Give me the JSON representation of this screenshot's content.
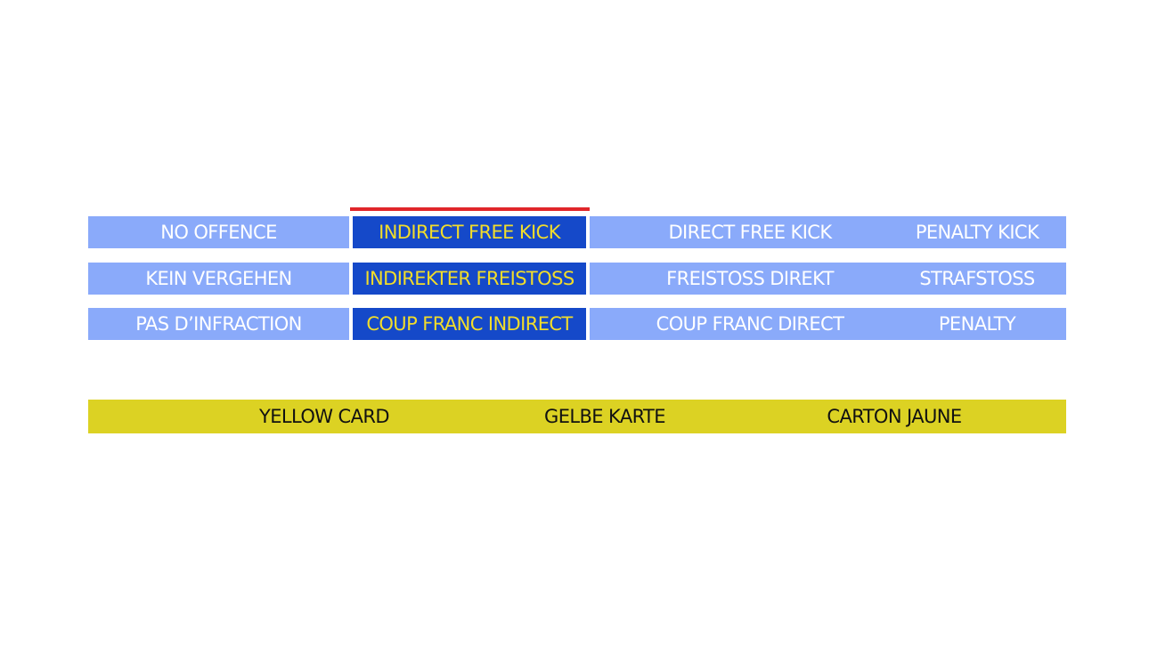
{
  "colors": {
    "light_blue": "#8aaafa",
    "dark_blue": "#1549c9",
    "indirect_text": "#f2dd2a",
    "highlight_bar": "#e0262a",
    "card_yellow": "#dcd223"
  },
  "rows": [
    {
      "no_offence": "NO OFFENCE",
      "indirect": "INDIRECT FREE KICK",
      "direct": "DIRECT FREE KICK",
      "penalty": "PENALTY KICK"
    },
    {
      "no_offence": "KEIN VERGEHEN",
      "indirect": "INDIREKTER FREISTOSS",
      "direct": "FREISTOSS DIREKT",
      "penalty": "STRAFSTOSS"
    },
    {
      "no_offence": "PAS D’INFRACTION",
      "indirect": "COUP FRANC INDIRECT",
      "direct": "COUP FRANC DIRECT",
      "penalty": "PENALTY"
    }
  ],
  "card": {
    "en": "YELLOW CARD",
    "de": "GELBE KARTE",
    "fr": "CARTON JAUNE"
  }
}
